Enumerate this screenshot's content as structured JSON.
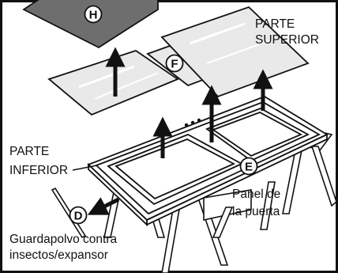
{
  "labels": {
    "top_part_line1": "PARTE",
    "top_part_line2": "SUPERIOR",
    "bottom_part_line1": "PARTE",
    "bottom_part_line2": "INFERIOR",
    "door_panel_line1": "Panel de",
    "door_panel_line2": "la puerta",
    "sweep_line1": "Guardapolvo contra",
    "sweep_line2": "insectos/expansor"
  },
  "callouts": {
    "D": "D",
    "E": "E",
    "F": "F",
    "H": "H"
  },
  "colors": {
    "line": "#111111",
    "dark_panel": "#6e6e6e",
    "glass": "#e9e9e9",
    "glass_highlight": "#ffffff",
    "background": "#ffffff"
  }
}
